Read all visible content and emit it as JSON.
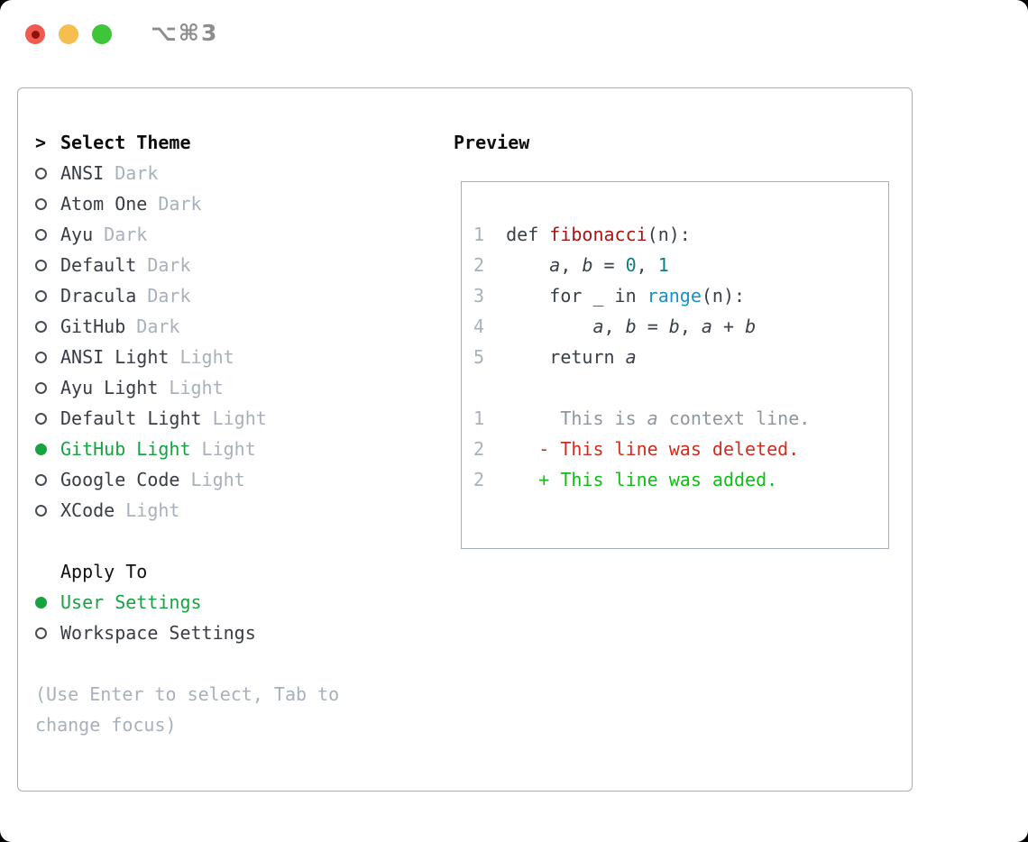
{
  "window": {
    "title": "⌥⌘3",
    "traffic_lights": [
      {
        "name": "close-button"
      },
      {
        "name": "minimize-button"
      },
      {
        "name": "zoom-button"
      }
    ]
  },
  "theme_panel": {
    "prompt": ">",
    "title": "Select Theme",
    "themes": [
      {
        "name": "ANSI",
        "variant": "Dark",
        "selected": false
      },
      {
        "name": "Atom One",
        "variant": "Dark",
        "selected": false
      },
      {
        "name": "Ayu",
        "variant": "Dark",
        "selected": false
      },
      {
        "name": "Default",
        "variant": "Dark",
        "selected": false
      },
      {
        "name": "Dracula",
        "variant": "Dark",
        "selected": false
      },
      {
        "name": "GitHub",
        "variant": "Dark",
        "selected": false
      },
      {
        "name": "ANSI Light",
        "variant": "Light",
        "selected": false
      },
      {
        "name": "Ayu Light",
        "variant": "Light",
        "selected": false
      },
      {
        "name": "Default Light",
        "variant": "Light",
        "selected": false
      },
      {
        "name": "GitHub Light",
        "variant": "Light",
        "selected": true
      },
      {
        "name": "Google Code",
        "variant": "Light",
        "selected": false
      },
      {
        "name": "XCode",
        "variant": "Light",
        "selected": false
      }
    ],
    "apply_to": {
      "title": "Apply To",
      "options": [
        {
          "label": "User Settings",
          "selected": true
        },
        {
          "label": "Workspace Settings",
          "selected": false
        }
      ]
    },
    "hint": "(Use Enter to select, Tab to change focus)"
  },
  "preview": {
    "title": "Preview",
    "lines": [
      {
        "num": "1",
        "tokens": [
          [
            "  def ",
            "code"
          ],
          [
            "fibonacci",
            "func"
          ],
          [
            "(n):",
            "code"
          ]
        ]
      },
      {
        "num": "2",
        "tokens": [
          [
            "      ",
            "code"
          ],
          [
            "a",
            "var"
          ],
          [
            ", ",
            "code"
          ],
          [
            "b",
            "var"
          ],
          [
            " = ",
            "code"
          ],
          [
            "0",
            "num"
          ],
          [
            ", ",
            "code"
          ],
          [
            "1",
            "num"
          ]
        ]
      },
      {
        "num": "3",
        "tokens": [
          [
            "      for _ in ",
            "code"
          ],
          [
            "range",
            "builtin"
          ],
          [
            "(n):",
            "code"
          ]
        ]
      },
      {
        "num": "4",
        "tokens": [
          [
            "          ",
            "code"
          ],
          [
            "a",
            "var"
          ],
          [
            ", ",
            "code"
          ],
          [
            "b",
            "var"
          ],
          [
            " = ",
            "code"
          ],
          [
            "b",
            "var"
          ],
          [
            ", ",
            "code"
          ],
          [
            "a",
            "var"
          ],
          [
            " + ",
            "code"
          ],
          [
            "b",
            "var"
          ]
        ]
      },
      {
        "num": "5",
        "tokens": [
          [
            "      return ",
            "code"
          ],
          [
            "a",
            "var"
          ]
        ]
      },
      {
        "num": "",
        "tokens": []
      },
      {
        "num": "1",
        "tokens": [
          [
            "       This is ",
            "ctx"
          ],
          [
            "a",
            "ctxvar"
          ],
          [
            " context line.",
            "ctx"
          ]
        ]
      },
      {
        "num": "2",
        "tokens": [
          [
            "     ",
            "code"
          ],
          [
            "- This line was deleted.",
            "del"
          ]
        ]
      },
      {
        "num": "2",
        "tokens": [
          [
            "     ",
            "code"
          ],
          [
            "+ This line was added.",
            "add"
          ]
        ]
      }
    ]
  },
  "colors": {
    "accent_green": "#17a341",
    "diff_green": "#0fbe16",
    "diff_red": "#cf2d1d",
    "code_red": "#a41515",
    "code_teal": "#0f7d84",
    "code_blue": "#1b8fc7",
    "code_dark": "#3a4048",
    "ctx_gray": "#8f969e",
    "muted_gray": "#a8b1bb",
    "text_dark": "#383d45",
    "border_gray": "#a6afb9",
    "title_gray": "#8d8d8d",
    "traffic_red": "#f05b50",
    "traffic_red_core": "#8c130c",
    "traffic_yellow": "#f6bd4f",
    "traffic_green": "#3ec53a"
  }
}
